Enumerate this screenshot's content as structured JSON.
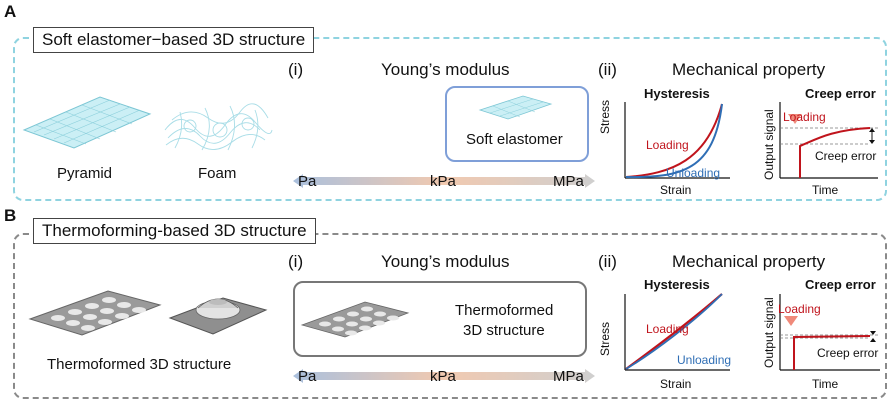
{
  "colors": {
    "panel_a_border": "#8fd3e0",
    "panel_b_border": "#8a8a8a",
    "elastomer_box": "#7f9fd8",
    "loading": "#c0141c",
    "unloading": "#2f6eb5",
    "arrow_loading": "#f08a7a",
    "mesh_blue": "#a7dde8",
    "mesh_gray": "#8c8c8c"
  },
  "panel_a": {
    "letter": "A",
    "title": "Soft elastomer−based 3D structure",
    "structures": [
      "Pyramid",
      "Foam"
    ],
    "modulus": {
      "index": "(i)",
      "title": "Young’s modulus",
      "box_label": "Soft elastomer",
      "scale": [
        "Pa",
        "kPa",
        "MPa"
      ]
    },
    "mechanical": {
      "index": "(ii)",
      "title": "Mechanical property",
      "hysteresis": {
        "title": "Hysteresis",
        "x": "Strain",
        "y": "Stress",
        "loading": "Loading",
        "unloading": "Unloading"
      },
      "creep": {
        "title": "Creep error",
        "x": "Time",
        "y": "Output signal",
        "loading": "Loading",
        "error": "Creep error"
      }
    }
  },
  "panel_b": {
    "letter": "B",
    "title": "Thermoforming-based 3D structure",
    "structure_label": "Thermoformed 3D structure",
    "modulus": {
      "index": "(i)",
      "title": "Young’s modulus",
      "box_label_1": "Thermoformed",
      "box_label_2": "3D structure",
      "scale": [
        "Pa",
        "kPa",
        "MPa"
      ]
    },
    "mechanical": {
      "index": "(ii)",
      "title": "Mechanical property",
      "hysteresis": {
        "title": "Hysteresis",
        "x": "Strain",
        "y": "Stress",
        "loading": "Loading",
        "unloading": "Unloading"
      },
      "creep": {
        "title": "Creep error",
        "x": "Time",
        "y": "Output signal",
        "loading": "Loading",
        "error": "Creep error"
      }
    }
  }
}
